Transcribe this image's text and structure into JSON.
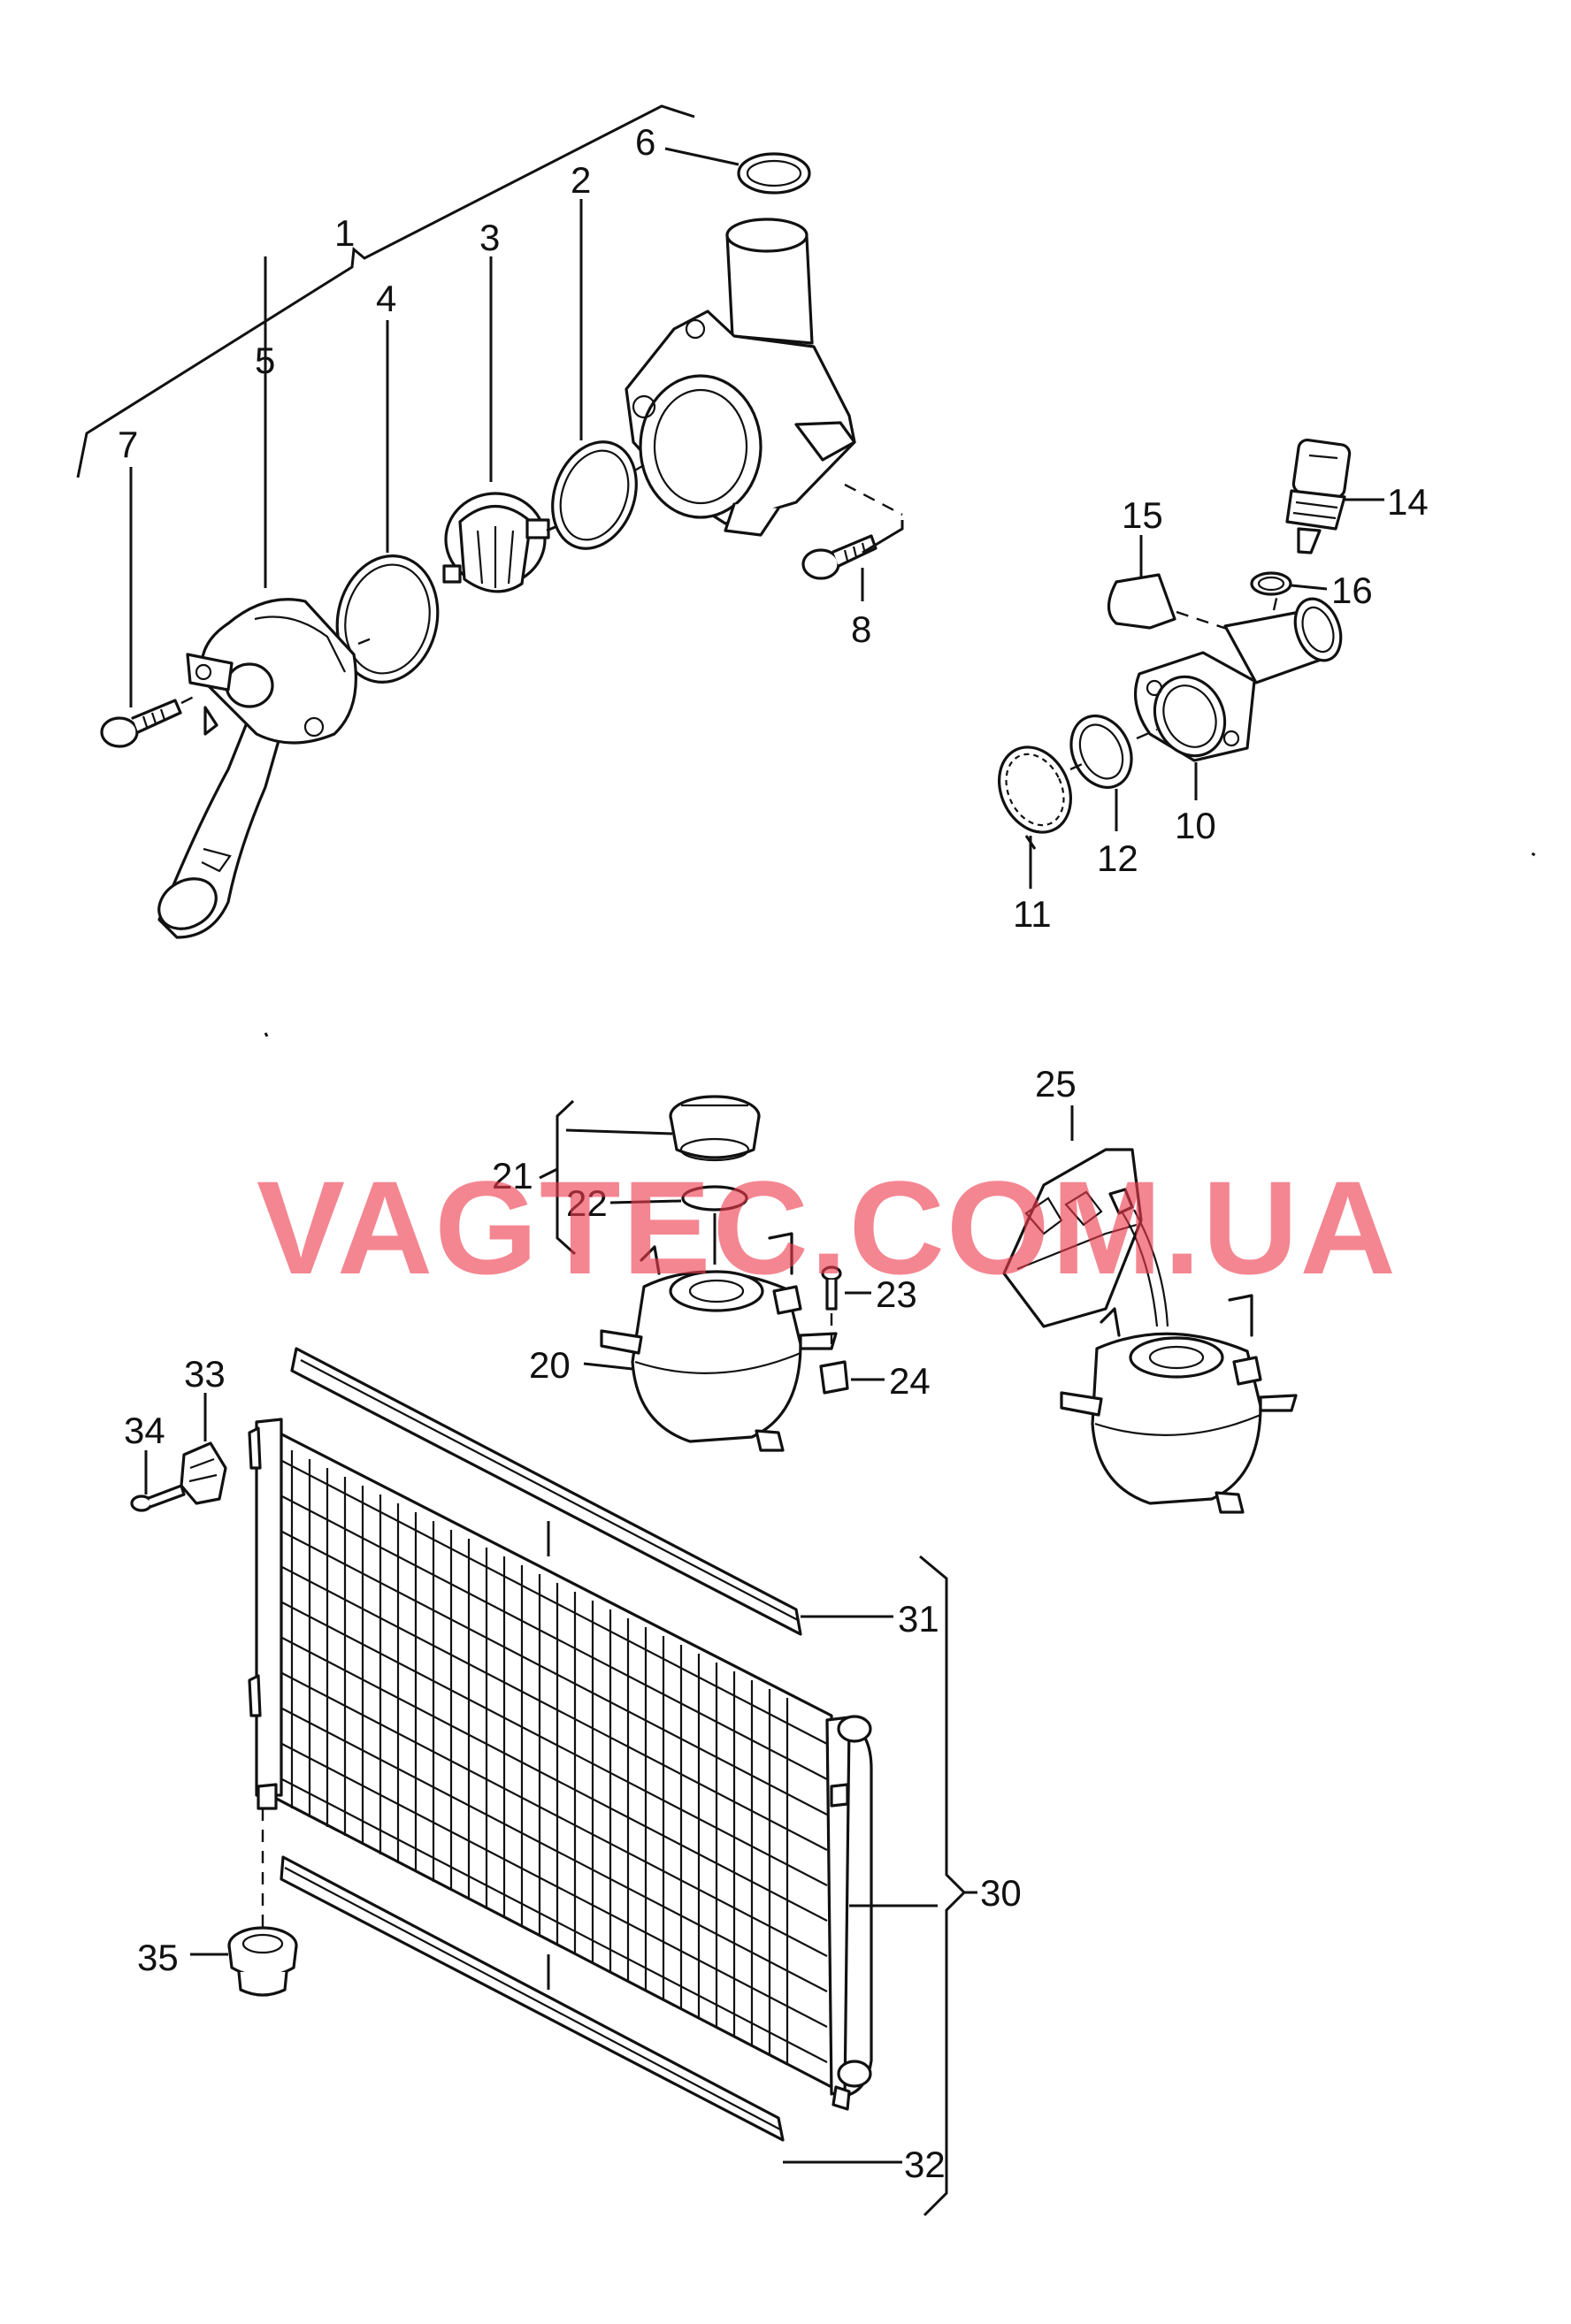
{
  "watermark": "VAGTEC.COM.UA",
  "callouts": {
    "n1": "1",
    "n2": "2",
    "n3": "3",
    "n4": "4",
    "n5": "5",
    "n6": "6",
    "n7": "7",
    "n8": "8",
    "n10": "10",
    "n11": "11",
    "n12": "12",
    "n14": "14",
    "n15": "15",
    "n16": "16",
    "n20": "20",
    "n21": "21",
    "n22": "22",
    "n23": "23",
    "n24": "24",
    "n25": "25",
    "n30": "30",
    "n31": "31",
    "n32": "32",
    "n33": "33",
    "n34": "34",
    "n35": "35"
  }
}
